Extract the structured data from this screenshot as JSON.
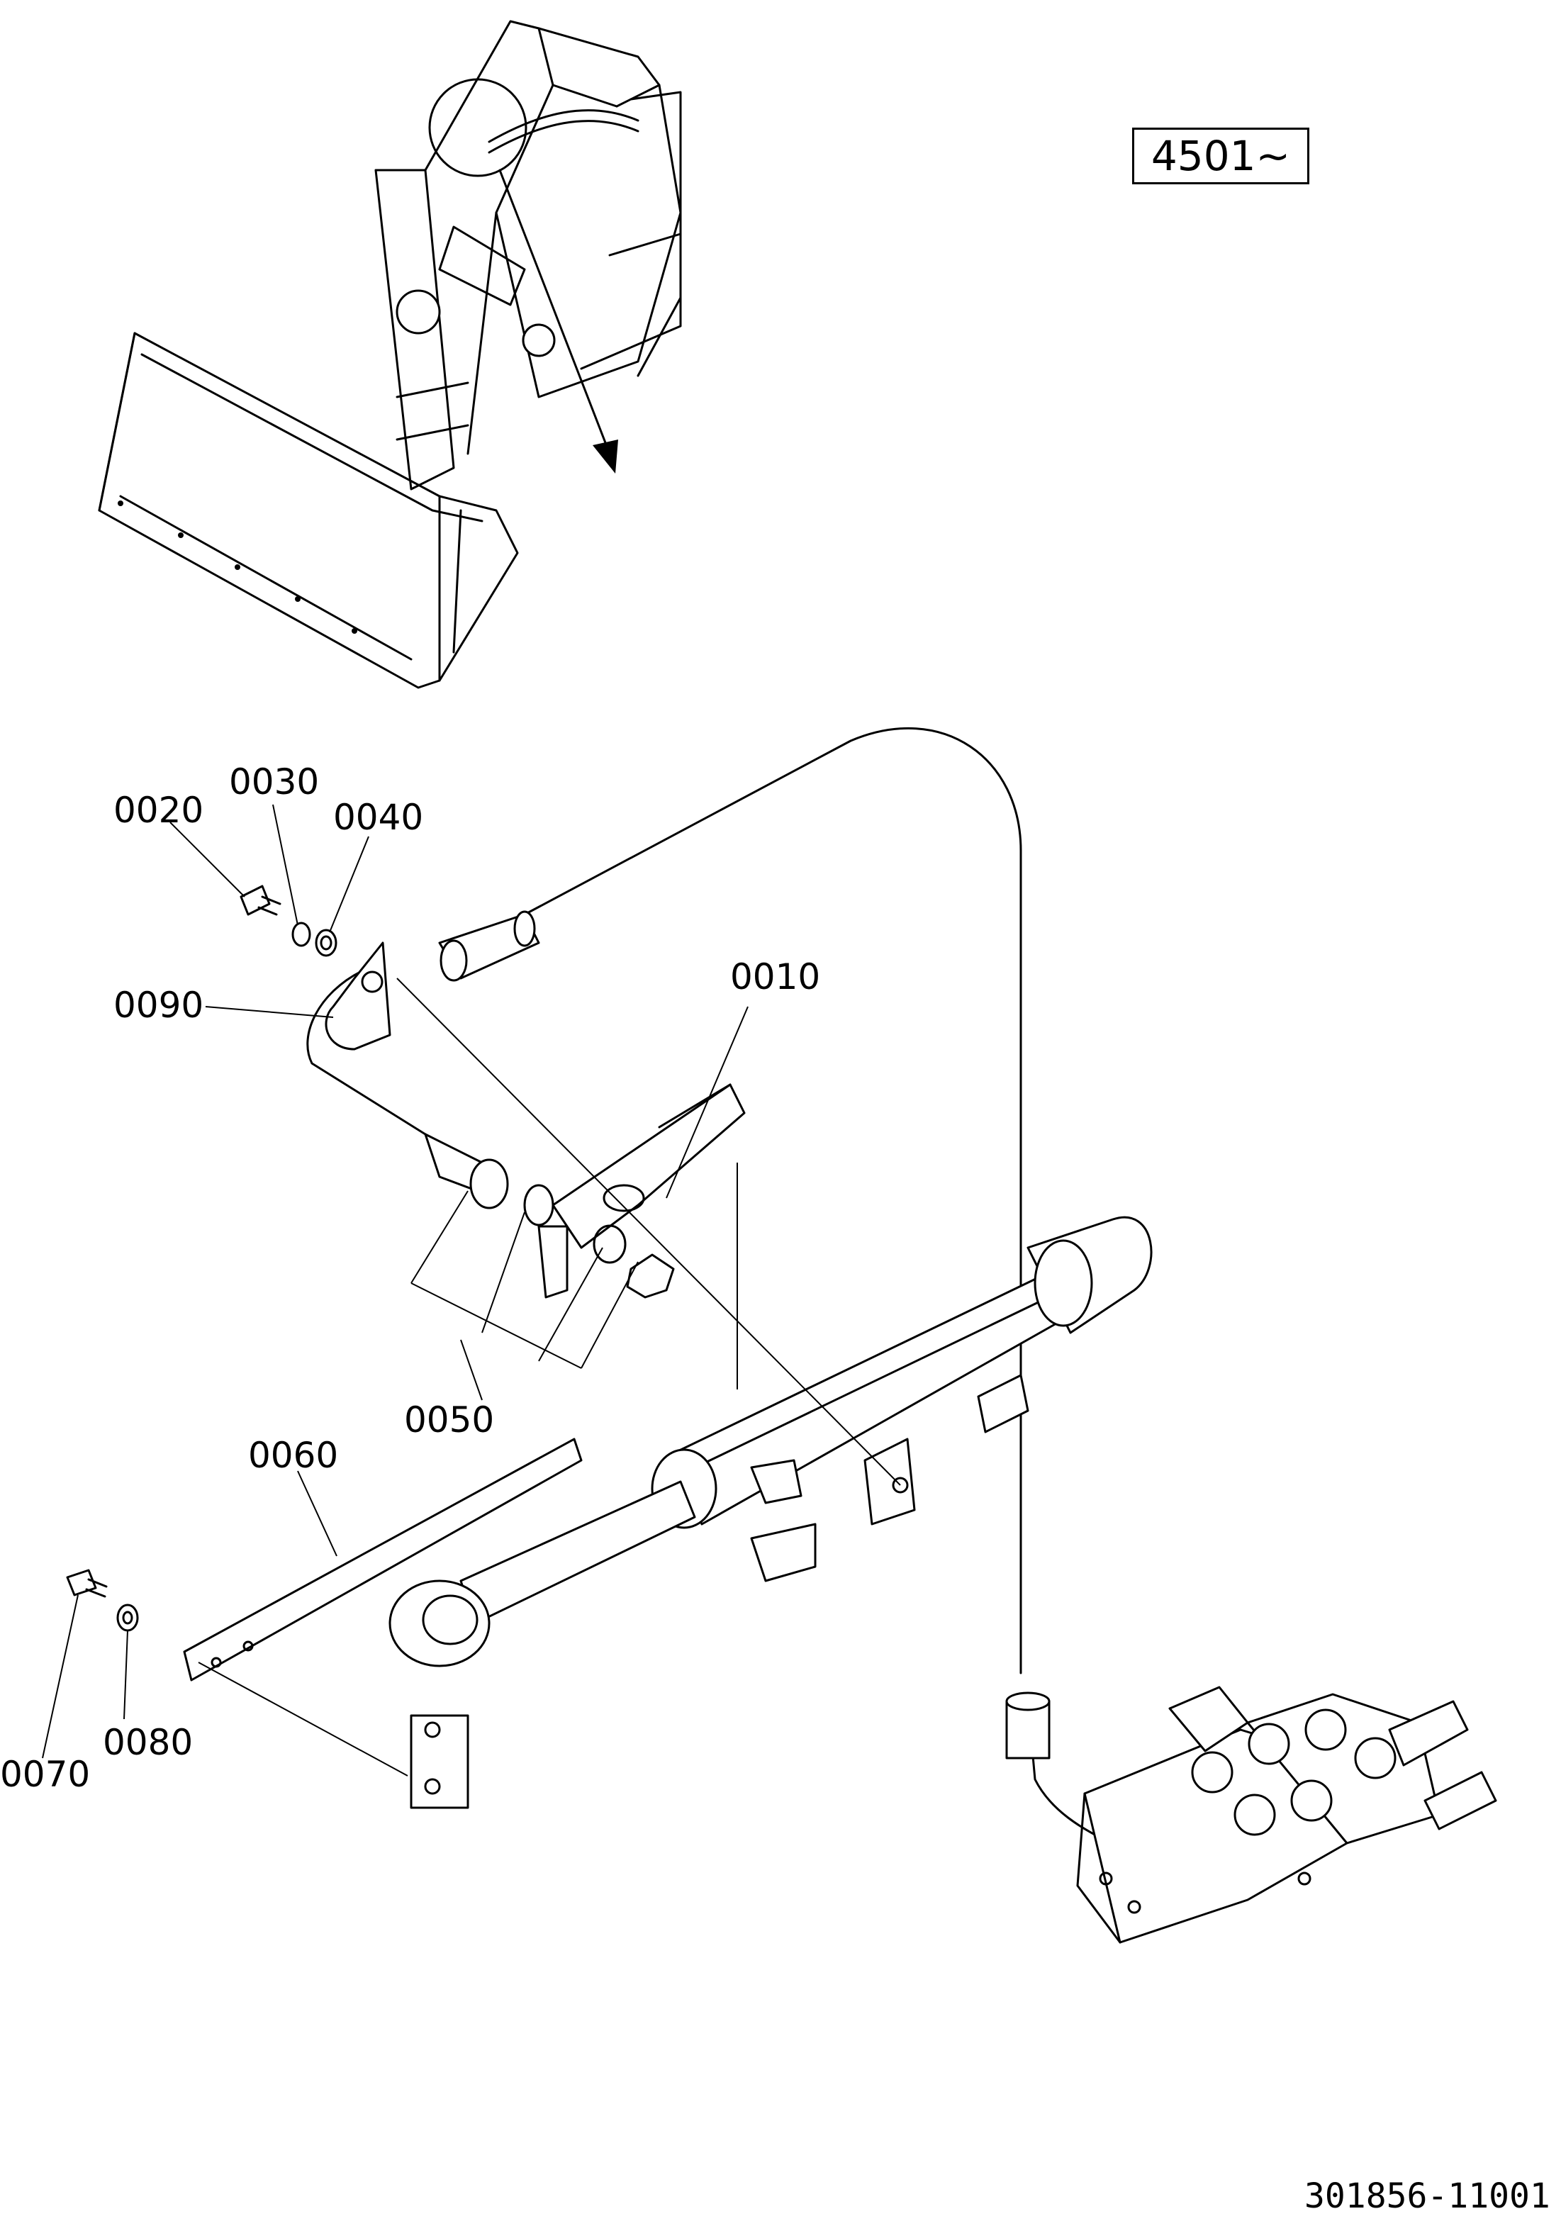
{
  "serial_range": "4501~",
  "drawing_number": "301856-11001",
  "part_labels": {
    "p0010": "0010",
    "p0020": "0020",
    "p0030": "0030",
    "p0040": "0040",
    "p0050": "0050",
    "p0060": "0060",
    "p0070": "0070",
    "p0080": "0080",
    "p0090": "0090"
  }
}
